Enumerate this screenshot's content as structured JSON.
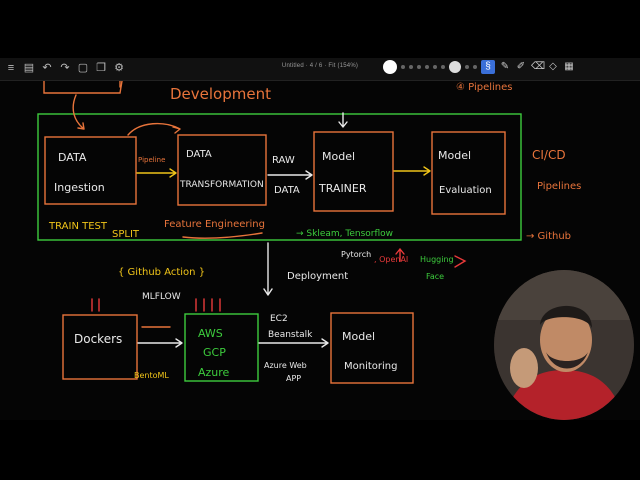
{
  "toolbar": {
    "title": "Untitled  ·  4 / 6  ·  Fit (154%)",
    "left_icons": [
      "menu-icon",
      "note-icon",
      "undo-icon",
      "redo-icon",
      "page-icon",
      "copy-icon",
      "settings-icon"
    ],
    "left_glyphs": [
      "≡",
      "▤",
      "↶",
      "↷",
      "▢",
      "❐",
      "⚙"
    ],
    "tools": [
      "lasso-icon",
      "pen-icon",
      "highlighter-icon",
      "eraser-icon",
      "shape-icon",
      "grid-icon"
    ],
    "tool_glyphs": [
      "§",
      "✎",
      "✐",
      "⌫",
      "◇",
      "▦"
    ]
  },
  "drawing": {
    "heading": "Development",
    "pipelines_top": "④ Pipelines",
    "data_ingestion": [
      "DATA",
      "Ingestion"
    ],
    "pipeline_label": "Pipeline",
    "data_transformation": [
      "DATA",
      "TRANSFORMATION"
    ],
    "raw_data": [
      "RAW",
      "DATA"
    ],
    "model_trainer": [
      "Model",
      "TRAINER"
    ],
    "model_evaluation": [
      "Model",
      "Evaluation"
    ],
    "cicd": [
      "CI/CD",
      "Pipelines"
    ],
    "train_test": [
      "TRAIN TEST",
      "SPLIT"
    ],
    "feature_engineering": "Feature Engineering",
    "sklearn": "→ Skleam, Tensorflow",
    "github": "→ Github",
    "pytorch": "Pytorch",
    "openai": ", OpenAI",
    "hugging_face": [
      "Hugging",
      "Face"
    ],
    "deployment": "Deployment",
    "github_action": "{ Github Action }",
    "mlflow": "MLFLOW",
    "dockers": "Dockers",
    "cloud": [
      "AWS",
      "GCP",
      "Azure"
    ],
    "bentoml": "BentoML",
    "ec2_beanstalk": [
      "EC2",
      "Beanstalk"
    ],
    "azure_web_app": [
      "Azure Web",
      "APP"
    ],
    "model_monitoring": [
      "Model",
      "Monitoring"
    ]
  },
  "colors": {
    "orange": "#e8743b",
    "green": "#3dcc3d",
    "white": "#e9e9e9",
    "yellow": "#f0c419",
    "red": "#e83a3a"
  }
}
